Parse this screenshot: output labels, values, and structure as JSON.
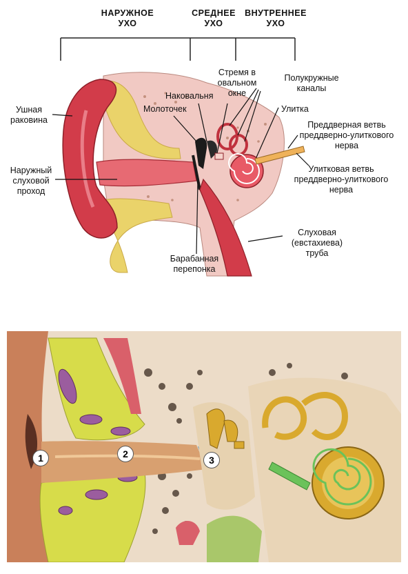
{
  "headers": {
    "outer": [
      "НАРУЖНОЕ",
      "УХО"
    ],
    "middle": [
      "СРЕДНЕЕ",
      "УХО"
    ],
    "inner": [
      "ВНУТРЕННЕЕ",
      "УХО"
    ]
  },
  "labels": {
    "auricle": [
      "Ушная",
      "раковина"
    ],
    "canal": [
      "Наружный",
      "слуховой",
      "проход"
    ],
    "stapes": [
      "Стремя в",
      "овальном",
      "окне"
    ],
    "incus": "Наковальня",
    "malleus": "Молоточек",
    "canals": [
      "Полукружные",
      "каналы"
    ],
    "cochlea": "Улитка",
    "vestibular_nerve": [
      "Преддверная ветвь",
      "преддверно-улиткового",
      "нерва"
    ],
    "cochlear_nerve": [
      "Улитковая ветвь",
      "преддверно-улиткового",
      "нерва"
    ],
    "tube": [
      "Слуховая",
      "(евстахиева)",
      "труба"
    ],
    "eardrum": [
      "Барабанная",
      "перепонка"
    ]
  },
  "markers": [
    "1",
    "2",
    "3"
  ],
  "colors": {
    "tissue": "#d23c4a",
    "bone": "#f1c9c3",
    "fat": "#ead36a",
    "outer_skin": "#c9805a",
    "yellow_tissue": "#d7dc4a",
    "cochlea_gold": "#d9a92e",
    "eardrum_blue": "#6bb6e8"
  }
}
